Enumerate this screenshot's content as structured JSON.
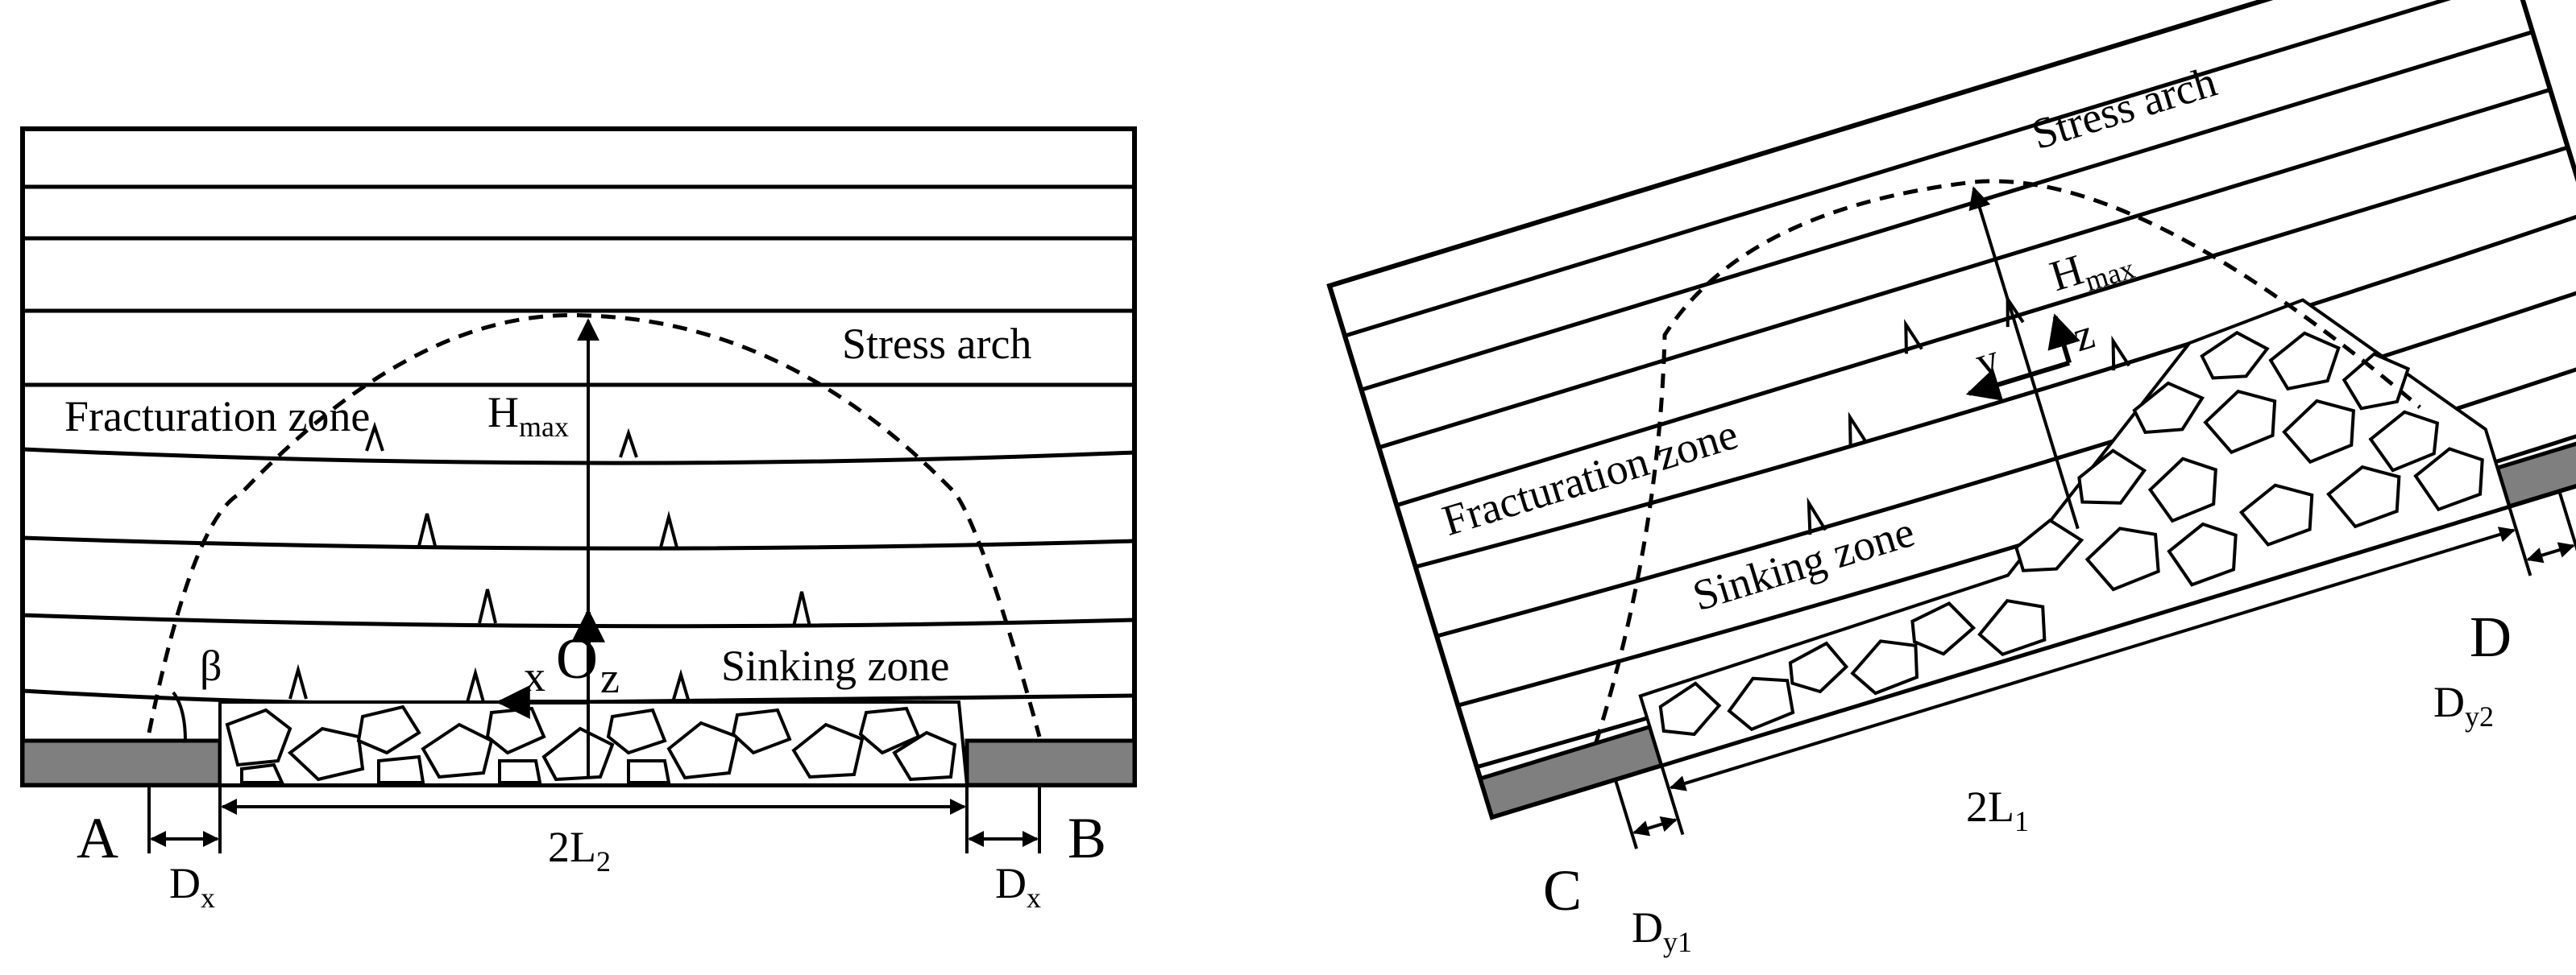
{
  "left_diagram": {
    "stress_arch": "Stress arch",
    "fracturation_zone": "Fracturation zone",
    "sinking_zone": "Sinking zone",
    "h_main": "H",
    "h_sub": "max",
    "origin": "O",
    "x_axis": "x",
    "z_axis": "z",
    "angle": "β",
    "point_a": "A",
    "point_b": "B",
    "span_main": "2L",
    "span_sub": "2",
    "d_left_main": "D",
    "d_left_sub": "x",
    "d_right_main": "D",
    "d_right_sub": "x"
  },
  "right_diagram": {
    "stress_arch": "Stress arch",
    "fracturation_zone": "Fracturation zone",
    "sinking_zone": "Sinking zone",
    "h_main": "H",
    "h_sub": "max",
    "y_axis": "y",
    "z_axis": "z",
    "point_c": "C",
    "point_d": "D",
    "span_main": "2L",
    "span_sub": "1",
    "d_left_main": "D",
    "d_left_sub": "y1",
    "d_right_main": "D",
    "d_right_sub": "y2"
  }
}
